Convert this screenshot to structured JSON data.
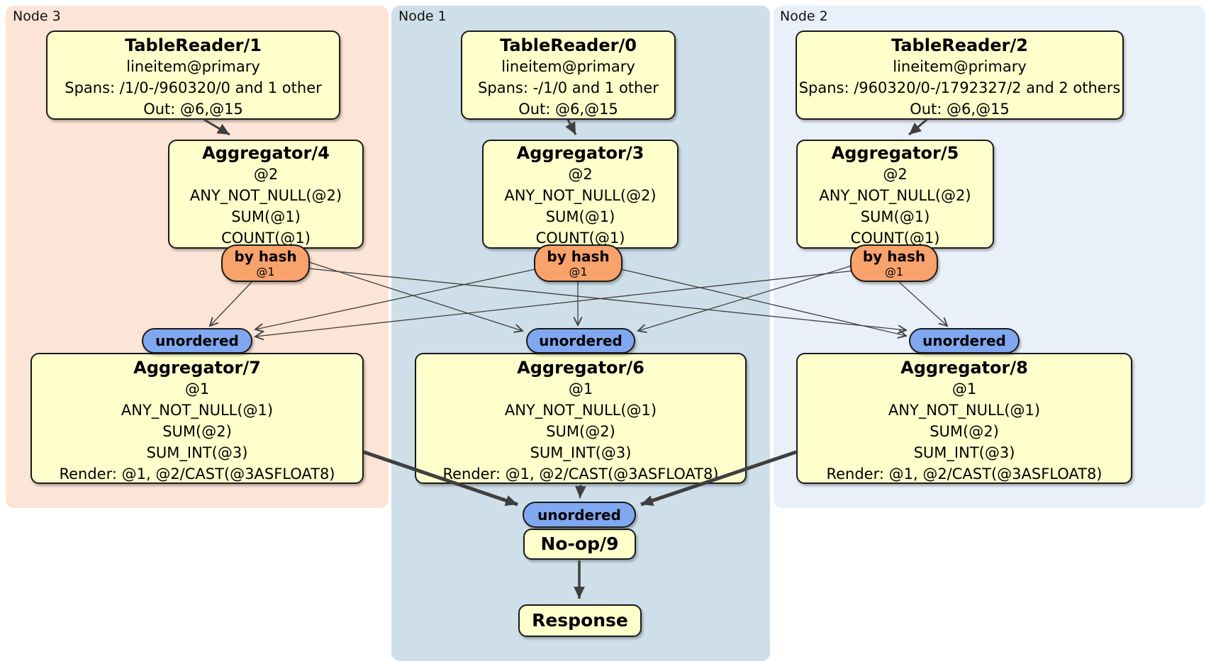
{
  "colors": {
    "box-fill": "#ffffcc",
    "box-border": "#1a1a1a",
    "router-fill": "#f8a26c",
    "sync-fill": "#80a8f0",
    "node1-bg": "#cfdfe9",
    "node2-bg": "#eaf0f9",
    "node3-bg": "#fce4d6",
    "edge": "#3f3f3f",
    "text": "#000000"
  },
  "regions": {
    "node3": {
      "label": "Node 3"
    },
    "node1": {
      "label": "Node 1"
    },
    "node2": {
      "label": "Node 2"
    }
  },
  "processors": {
    "tr1": {
      "title": "TableReader/1",
      "lines": [
        "lineitem@primary",
        "Spans: /1/0-/960320/0 and 1 other",
        "Out: @6,@15"
      ]
    },
    "tr0": {
      "title": "TableReader/0",
      "lines": [
        "lineitem@primary",
        "Spans: -/1/0 and 1 other",
        "Out: @6,@15"
      ]
    },
    "tr2": {
      "title": "TableReader/2",
      "lines": [
        "lineitem@primary",
        "Spans: /960320/0-/1792327/2 and 2 others",
        "Out: @6,@15"
      ]
    },
    "agg4": {
      "title": "Aggregator/4",
      "lines": [
        "@2",
        "ANY_NOT_NULL(@2)",
        "SUM(@1)",
        "COUNT(@1)"
      ]
    },
    "agg3": {
      "title": "Aggregator/3",
      "lines": [
        "@2",
        "ANY_NOT_NULL(@2)",
        "SUM(@1)",
        "COUNT(@1)"
      ]
    },
    "agg5": {
      "title": "Aggregator/5",
      "lines": [
        "@2",
        "ANY_NOT_NULL(@2)",
        "SUM(@1)",
        "COUNT(@1)"
      ]
    },
    "agg7": {
      "title": "Aggregator/7",
      "lines": [
        "@1",
        "ANY_NOT_NULL(@1)",
        "SUM(@2)",
        "SUM_INT(@3)",
        "Render: @1, @2/CAST(@3ASFLOAT8)"
      ]
    },
    "agg6": {
      "title": "Aggregator/6",
      "lines": [
        "@1",
        "ANY_NOT_NULL(@1)",
        "SUM(@2)",
        "SUM_INT(@3)",
        "Render: @1, @2/CAST(@3ASFLOAT8)"
      ]
    },
    "agg8": {
      "title": "Aggregator/8",
      "lines": [
        "@1",
        "ANY_NOT_NULL(@1)",
        "SUM(@2)",
        "SUM_INT(@3)",
        "Render: @1, @2/CAST(@3ASFLOAT8)"
      ]
    },
    "noop9": {
      "title": "No-op/9"
    },
    "response": {
      "title": "Response"
    }
  },
  "router": {
    "label": "by hash",
    "detail": "@1"
  },
  "sync": {
    "label": "unordered"
  }
}
